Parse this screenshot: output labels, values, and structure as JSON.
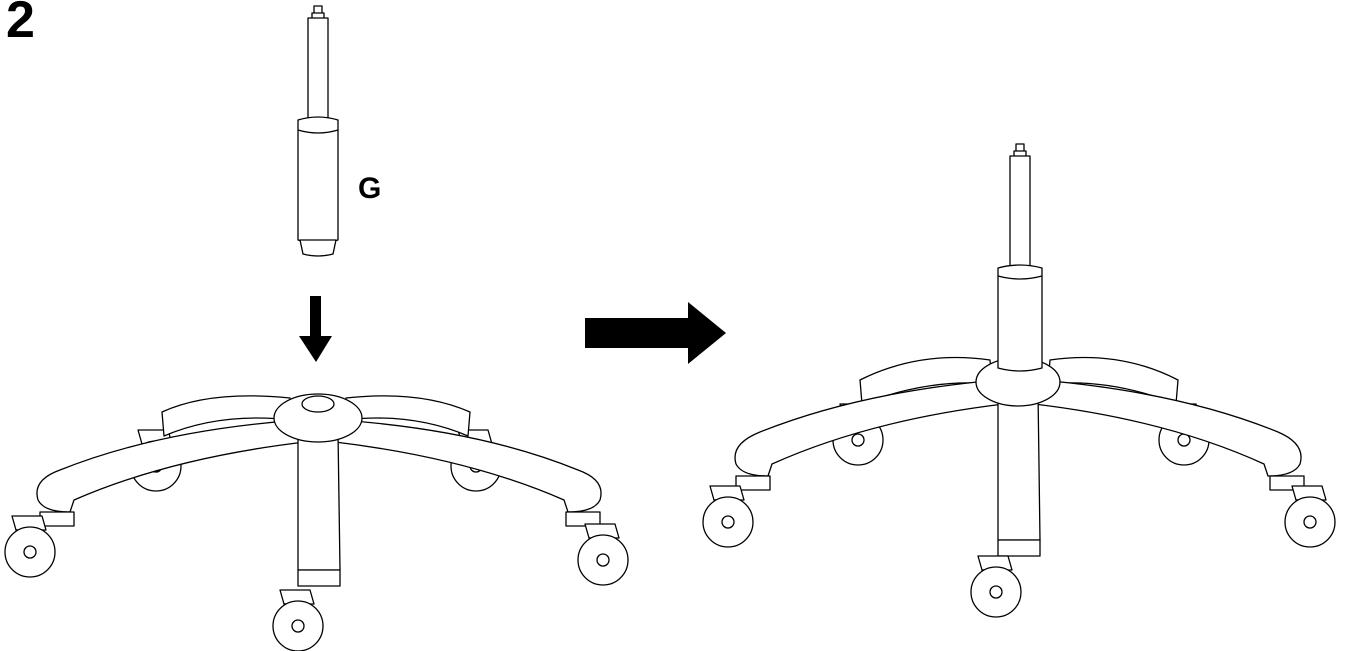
{
  "step": {
    "number": "2"
  },
  "parts": {
    "gas_lift_label": "G"
  },
  "arrows": {
    "insert_direction": "down",
    "result_direction": "right"
  },
  "colors": {
    "ink": "#000000",
    "paper": "#ffffff"
  }
}
